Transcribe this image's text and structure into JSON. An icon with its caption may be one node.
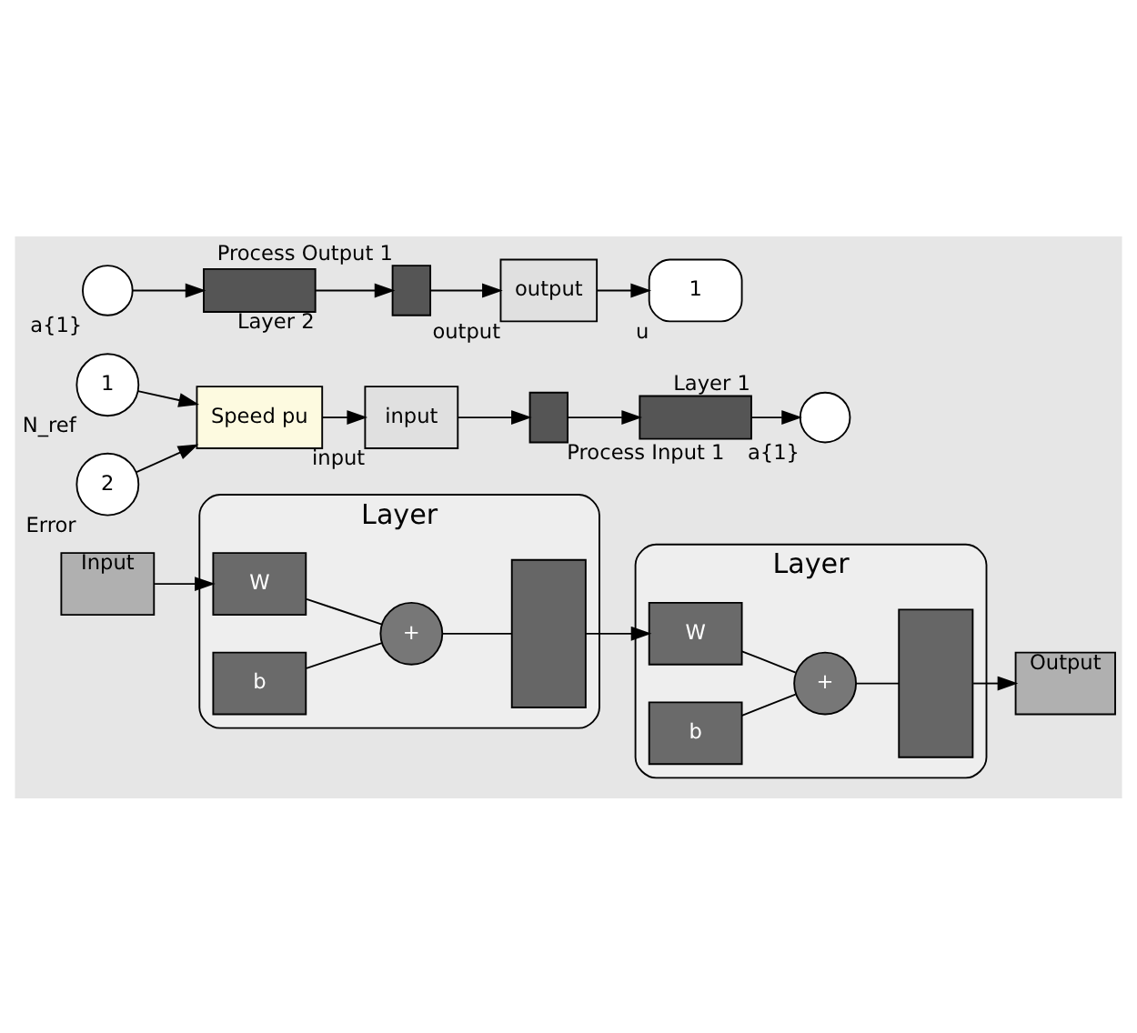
{
  "diagram": {
    "nodes": [
      {
        "text": [
          "Input"
        ]
      },
      {
        "text": [
          "Layer"
        ]
      },
      {
        "text": [
          "W"
        ],
        "in": 1
      },
      {
        "text": [
          "b"
        ],
        "in": 1
      },
      {
        "text": [
          "+"
        ],
        "in": 1
      },
      {
        "text": [],
        "shape": "box",
        "in": 1
      },
      {
        "text": [
          "Layer"
        ]
      },
      {
        "text": [
          "W"
        ],
        "in": 6
      },
      {
        "text": [
          "b"
        ],
        "in": 6
      },
      {
        "text": [
          "+"
        ],
        "in": 6
      },
      {
        "text": [],
        "shape": "box",
        "in": 6
      },
      {
        "text": [
          "Output"
        ]
      },
      {
        "text": [
          "1"
        ],
        "beside": [
          "N_ref"
        ]
      },
      {
        "text": [
          "2"
        ],
        "beside": [
          "Error"
        ]
      },
      {
        "text": [
          "Speed pu"
        ]
      },
      {
        "text": [
          "input"
        ],
        "beside": [
          "input"
        ]
      },
      {
        "text": [],
        "shape": "box",
        "beside": [
          "Process Input 1"
        ]
      },
      {
        "text": [],
        "shape": "box",
        "beside": [
          "Layer 1"
        ]
      },
      {
        "text": [],
        "shape": "circle",
        "beside": [
          "a{1}"
        ]
      },
      {
        "text": [],
        "shape": "box",
        "beside": [
          "Layer 2"
        ]
      },
      {
        "text": [],
        "shape": "circle",
        "beside": [
          "a{1}"
        ]
      },
      {
        "text": [],
        "shape": "box",
        "beside": [
          "Process Output 1"
        ]
      },
      {
        "text": [
          "output"
        ],
        "beside": [
          "output"
        ]
      },
      {
        "text": [
          "1"
        ],
        "beside": [
          "u"
        ]
      }
    ],
    "edges": [
      {
        "from": 0,
        "to": 2,
        "arrow": "to"
      },
      {
        "from": 2,
        "to": 4,
        "arrow": "none"
      },
      {
        "from": 3,
        "to": 4,
        "arrow": "none"
      },
      {
        "from": 4,
        "to": 5,
        "arrow": "none"
      },
      {
        "from": 5,
        "to": 7,
        "arrow": "to"
      },
      {
        "from": 7,
        "to": 9,
        "arrow": "none"
      },
      {
        "from": 8,
        "to": 9,
        "arrow": "none"
      },
      {
        "from": 9,
        "to": 10,
        "arrow": "none"
      },
      {
        "from": 10,
        "to": 11,
        "arrow": "to"
      },
      {
        "from": 12,
        "to": 14,
        "arrow": "to"
      },
      {
        "from": 13,
        "to": 14,
        "arrow": "to"
      },
      {
        "from": 14,
        "to": 15,
        "arrow": "to"
      },
      {
        "from": 15,
        "to": 16,
        "arrow": "to"
      },
      {
        "from": 16,
        "to": 17,
        "arrow": "to"
      },
      {
        "from": 17,
        "to": 18,
        "arrow": "to"
      },
      {
        "from": 20,
        "to": 19,
        "arrow": "to"
      },
      {
        "from": 19,
        "to": 21,
        "arrow": "to"
      },
      {
        "from": 21,
        "to": 22,
        "arrow": "to"
      },
      {
        "from": 22,
        "to": 23,
        "arrow": "to"
      }
    ]
  }
}
